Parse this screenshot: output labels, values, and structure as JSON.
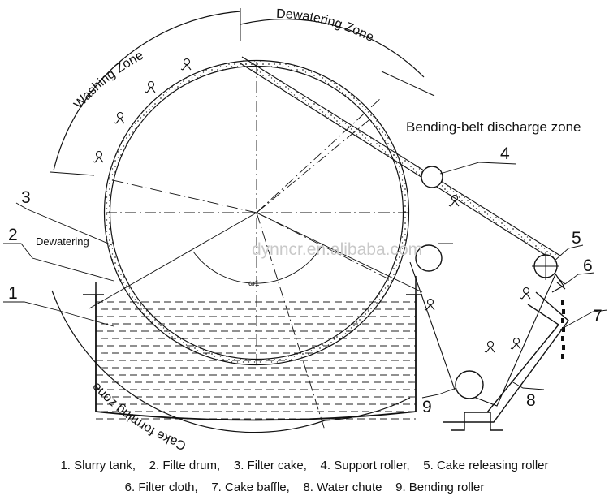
{
  "zones": {
    "washing": "Washing Zone",
    "dewatering_zone": "Dewatering Zone",
    "bending_belt": "Bending-belt discharge zone",
    "dewatering": "Dewatering",
    "cake_forming": "Cake forming zone"
  },
  "callouts": [
    "1",
    "2",
    "3",
    "4",
    "5",
    "6",
    "7",
    "8",
    "9"
  ],
  "rotation_mark": "ω1",
  "watermark": "dynncr.en.alibaba.com",
  "legend": {
    "line1": "1. Slurry tank,    2. Filte drum,    3. Filter cake,    4. Support roller,    5. Cake releasing roller",
    "line2": "6. Filter cloth,    7. Cake baffle,    8. Water chute    9. Bending roller"
  },
  "colors": {
    "ink": "#111111",
    "watermark": "#c9c9c9"
  }
}
